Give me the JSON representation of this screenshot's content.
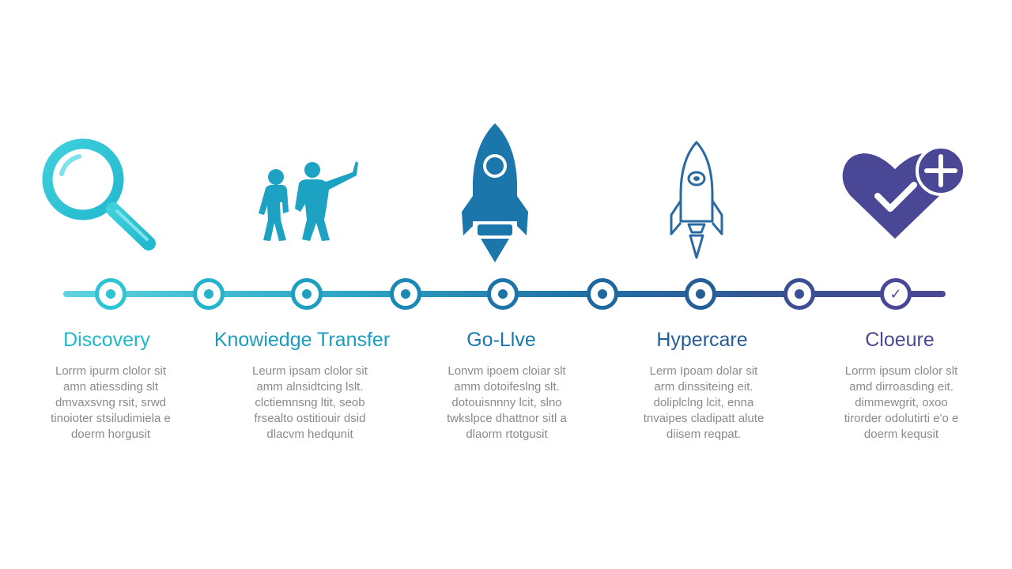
{
  "colors": {
    "teal": "#2fc4d2",
    "teal_mid": "#1e9fc0",
    "blue": "#1c74a8",
    "blue_dark": "#235e96",
    "indigo": "#4a4796",
    "text_gray": "#8a8a8a"
  },
  "stages": [
    {
      "title": "Discovery",
      "icon": "magnifying-glass-icon",
      "color": "#1eb8cf",
      "desc": [
        "Lorrm ipurm clolor sit",
        "amn atiessding slt",
        "dmvaxsvng rsit, srwd",
        "tinoioter stsiludimiela e",
        "doerm horgusit"
      ]
    },
    {
      "title": "Knowiedge Transfer",
      "icon": "people-pointing-icon",
      "color": "#1a9cbf",
      "desc": [
        "Leurm ipsam clolor sit",
        "amm alnsidtcing lslt.",
        "clctiemnsng ltit, seob",
        "frsealto ostitiouir dsid",
        "dlacvm hedqunit"
      ]
    },
    {
      "title": "Go-Llve",
      "icon": "rocket-icon",
      "color": "#1b78ad",
      "desc": [
        "Lonvm ipoem cloiar slt",
        "amm dotoifeslng slt.",
        "dotouisnnny lcit, slno",
        "twkslpce dhattnor sitl a",
        "dlaorm rtotgusit"
      ]
    },
    {
      "title": "Hypercare",
      "icon": "rocket-outline-icon",
      "color": "#245d97",
      "desc": [
        "Lerm Ipoam dolar sit",
        "arm dinssiteing eit.",
        "doliplclng lcit, enna",
        "tnvaipes cladipatt alute",
        "diisem reqpat."
      ]
    },
    {
      "title": "Cloeure",
      "icon": "heart-check-plus-icon",
      "color": "#4a4796",
      "desc": [
        "Lorrm ipsum clolor slt",
        "amd dirroasding eit.",
        "dimmewgrit, oxoo",
        "tirorder odolutirti e'o e",
        "doerm kequsit"
      ]
    }
  ],
  "nodes": [
    {
      "kind": "dot",
      "color": "#2fc4d2"
    },
    {
      "kind": "dot",
      "color": "#26b4cc"
    },
    {
      "kind": "dot",
      "color": "#1e9fc0"
    },
    {
      "kind": "dot",
      "color": "#1a8ab5"
    },
    {
      "kind": "dot",
      "color": "#1c74a8"
    },
    {
      "kind": "dot",
      "color": "#1f689f"
    },
    {
      "kind": "dot",
      "color": "#235e96"
    },
    {
      "kind": "dot",
      "color": "#3d4f94"
    },
    {
      "kind": "check",
      "color": "#4a4796"
    }
  ]
}
